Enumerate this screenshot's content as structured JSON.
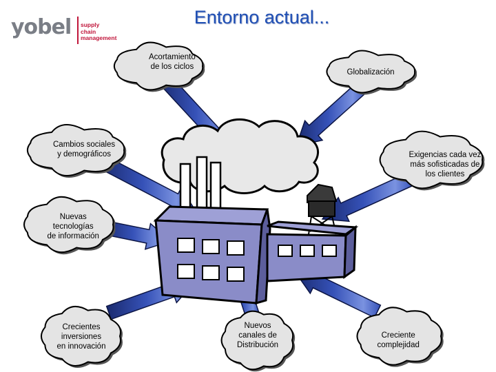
{
  "header": {
    "logo_word": "yobel",
    "logo_sub": "supply\nchain\nmanagement",
    "title": "Entorno actual..."
  },
  "factors": [
    {
      "id": "acortamiento",
      "label": "Acortamiento\nde los ciclos"
    },
    {
      "id": "globalizacion",
      "label": "Globalización"
    },
    {
      "id": "cambios",
      "label": "Cambios sociales\ny demográficos"
    },
    {
      "id": "exigencias",
      "label": "Exigencias cada vez\nmás sofisticadas de\nlos clientes"
    },
    {
      "id": "tecnologias",
      "label": "Nuevas\ntecnologías\nde información"
    },
    {
      "id": "inversiones",
      "label": "Crecientes\ninversiones\nen innovación"
    },
    {
      "id": "canales",
      "label": "Nuevos\ncanales de\nDistribución"
    },
    {
      "id": "complejidad",
      "label": "Creciente\ncomplejidad"
    }
  ],
  "colors": {
    "title": "#1f4fb4",
    "brand_red": "#c0153a",
    "logo_gray": "#7a7e86",
    "arrow_dark": "#1a2a6e",
    "arrow_mid": "#3652b8",
    "arrow_light": "#7a92e0",
    "cloud": "#e4e4e4",
    "factory_wall": "#8a8cc8",
    "factory_roof": "#9ea0d6",
    "factory_window": "#ffffff"
  }
}
